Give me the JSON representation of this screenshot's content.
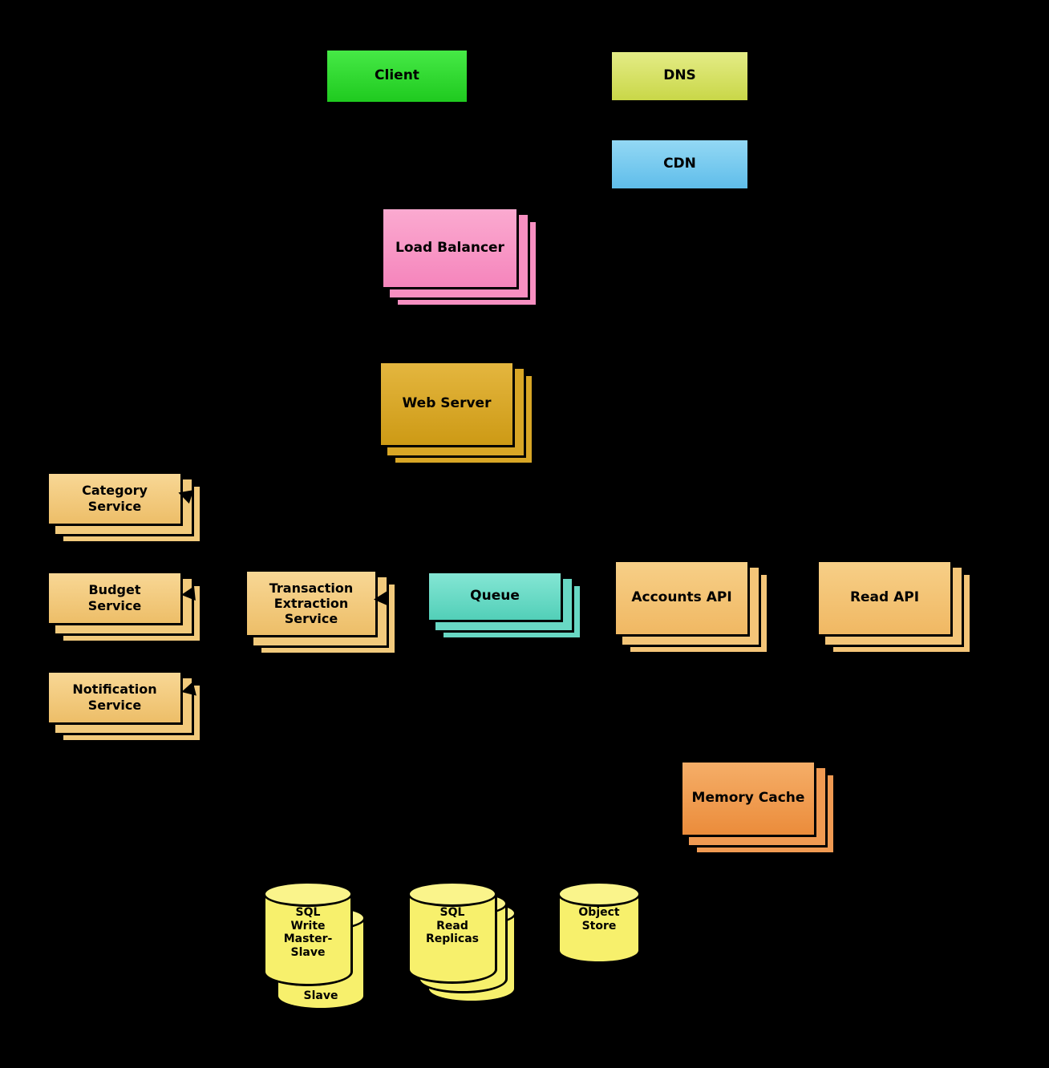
{
  "diagram": {
    "background": "#000000",
    "nodes": {
      "client": {
        "label": "Client",
        "color": "#2ad42a"
      },
      "dns": {
        "label": "DNS",
        "color": "#cdd94e"
      },
      "cdn": {
        "label": "CDN",
        "color": "#6ec5ee"
      },
      "load_balancer": {
        "label": "Load Balancer",
        "color": "#f78fc1"
      },
      "web_server": {
        "label": "Web Server",
        "color": "#d8a626"
      },
      "category_service": {
        "label": "Category\nService",
        "color": "#f2ca7c"
      },
      "budget_service": {
        "label": "Budget\nService",
        "color": "#f2ca7c"
      },
      "notification_service": {
        "label": "Notification\nService",
        "color": "#f2ca7c"
      },
      "transaction_extraction_service": {
        "label": "Transaction\nExtraction\nService",
        "color": "#f2ca7c"
      },
      "queue": {
        "label": "Queue",
        "color": "#68d8c4"
      },
      "accounts_api": {
        "label": "Accounts API",
        "color": "#f4c578"
      },
      "read_api": {
        "label": "Read API",
        "color": "#f4c578"
      },
      "memory_cache": {
        "label": "Memory Cache",
        "color": "#f09a52"
      },
      "sql_write_master_slave": {
        "label": "SQL\nWrite\nMaster-\nSlave",
        "back_label": "Slave",
        "color": "#f7f06c"
      },
      "sql_read_replicas": {
        "label": "SQL\nRead\nReplicas",
        "color": "#f7f06c"
      },
      "object_store": {
        "label": "Object\nStore",
        "color": "#f7f06c"
      }
    }
  }
}
